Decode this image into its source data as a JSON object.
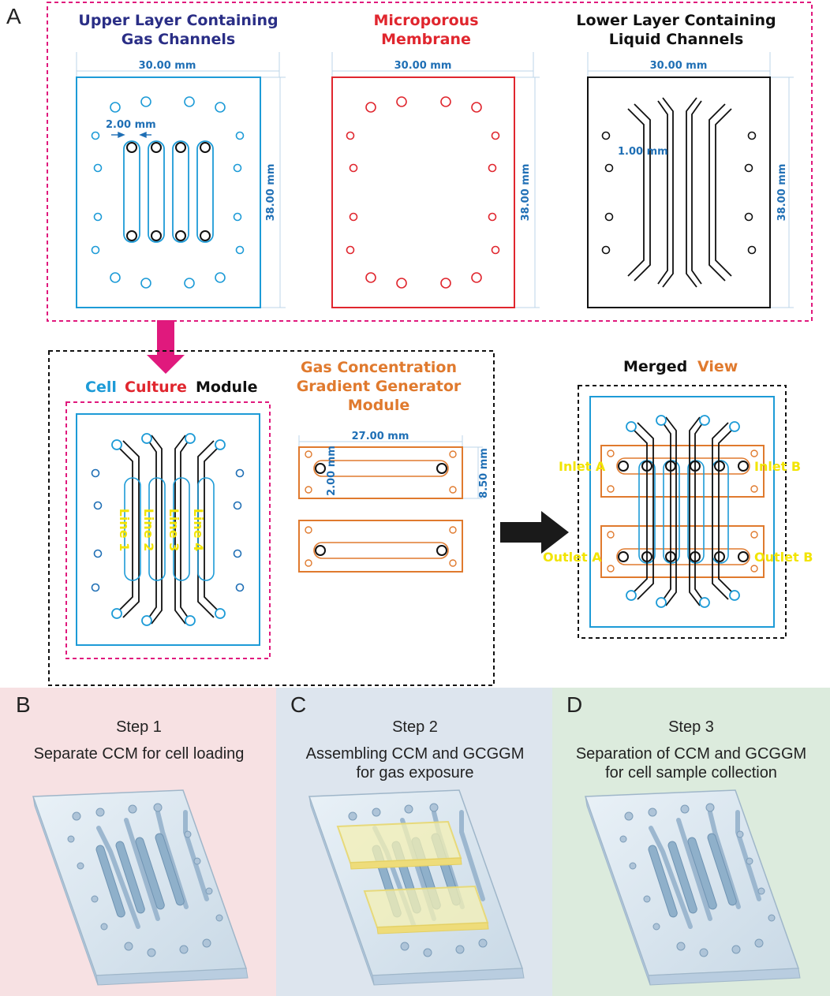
{
  "panels": {
    "a": "A",
    "b": "B",
    "c": "C",
    "d": "D"
  },
  "upper_layer": {
    "title_1": "Upper Layer Containing",
    "title_2": "Gas Channels",
    "width": "30.00 mm",
    "height": "38.00 mm",
    "channel_gap": "2.00 mm"
  },
  "membrane": {
    "title_1": "Microporous",
    "title_2": "Membrane",
    "width": "30.00 mm",
    "height": "38.00 mm"
  },
  "lower_layer": {
    "title_1": "Lower Layer Containing",
    "title_2": "Liquid Channels",
    "width": "30.00 mm",
    "height": "38.00 mm",
    "channel_width": "1.00 mm"
  },
  "ccm": {
    "title_cell": "Cell",
    "title_culture": "Culture",
    "title_module": "Module",
    "lines": [
      "Line 1",
      "Line 2",
      "Line 3",
      "Line 4"
    ]
  },
  "gcggm": {
    "title_1": "Gas Concentration",
    "title_2": "Gradient Generator",
    "title_3": "Module",
    "length": "27.00 mm",
    "height": "8.50 mm",
    "width": "2.00 mm"
  },
  "merged": {
    "title_merged": "Merged",
    "title_view": "View",
    "inlet_a": "Inlet A",
    "inlet_b": "Inlet B",
    "outlet_a": "Outlet A",
    "outlet_b": "Outlet B"
  },
  "steps": [
    {
      "title": "Step 1",
      "line1": "Separate CCM for cell loading",
      "line2": ""
    },
    {
      "title": "Step 2",
      "line1": "Assembling CCM and GCGGM",
      "line2": "for gas exposure"
    },
    {
      "title": "Step 3",
      "line1": "Separation of CCM and GCGGM",
      "line2": "for cell sample collection"
    }
  ],
  "colors": {
    "blue": "#1d9bd7",
    "red": "#e0262e",
    "black": "#111111",
    "orange": "#e07a2e",
    "magenta": "#e0197d",
    "navy": "#2a2e86",
    "dim_blue": "#1f6fb5",
    "yellow": "#f2e400",
    "step1_bg": "#f7e1e3",
    "step2_bg": "#dde5ee",
    "step3_bg": "#dcebdd"
  }
}
